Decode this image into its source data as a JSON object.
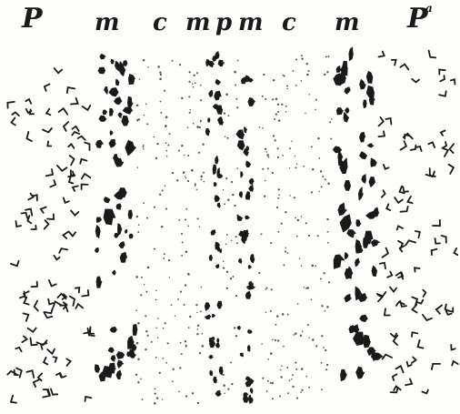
{
  "labels": {
    "p_left": "P",
    "m1": "m",
    "c1": "c",
    "m2": "m",
    "p_mid": "p",
    "m3": "m",
    "c2": "c",
    "m4": "m",
    "p_right": "P",
    "p_right_sup": "a"
  },
  "colors": {
    "ink": "#1a1a1a",
    "paper": "#fdfdfb"
  }
}
